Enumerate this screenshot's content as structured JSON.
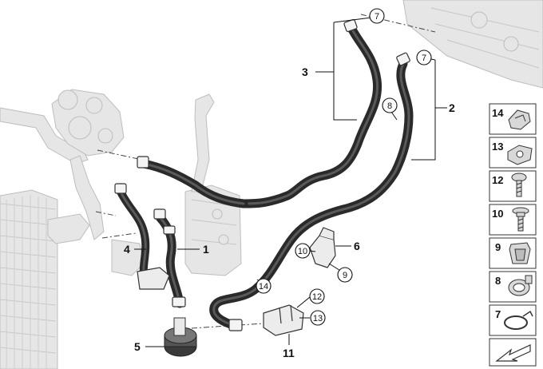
{
  "diagram": {
    "callouts": [
      "1",
      "2",
      "3",
      "4",
      "5",
      "6",
      "11"
    ],
    "circled_refs": [
      "7",
      "7",
      "8",
      "10",
      "9",
      "14",
      "12",
      "13"
    ],
    "legend": {
      "items": [
        {
          "num": "14",
          "icon": "clip-icon"
        },
        {
          "num": "13",
          "icon": "spring-nut-icon"
        },
        {
          "num": "12",
          "icon": "screw-icon"
        },
        {
          "num": "10",
          "icon": "collar-screw-icon"
        },
        {
          "num": "9",
          "icon": "expanding-nut-icon"
        },
        {
          "num": "8",
          "icon": "hose-clip-icon"
        },
        {
          "num": "7",
          "icon": "hose-clamp-icon"
        },
        {
          "num": "",
          "icon": "arrow-icon"
        }
      ]
    }
  }
}
